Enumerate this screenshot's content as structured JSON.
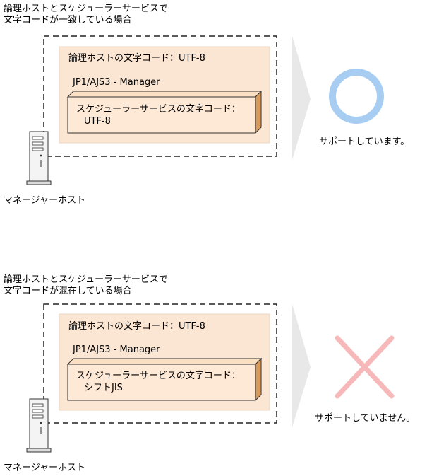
{
  "scenarios": [
    {
      "heading_line1": "論理ホストとスケジューラーサービスで",
      "heading_line2": "文字コードが一致している場合",
      "logical_host_code": "論理ホストの文字コード：UTF-8",
      "product_label": "JP1/AJS3 - Manager",
      "scheduler_code_line1": "スケジューラーサービスの文字コード：",
      "scheduler_code_line2": "UTF-8",
      "host_label": "マネージャーホスト",
      "result_text": "サポートしています。",
      "result_icon": "circle-icon"
    },
    {
      "heading_line1": "論理ホストとスケジューラーサービスで",
      "heading_line2": "文字コードが混在している場合",
      "logical_host_code": "論理ホストの文字コード：UTF-8",
      "product_label": "JP1/AJS3 - Manager",
      "scheduler_code_line1": "スケジューラーサービスの文字コード：",
      "scheduler_code_line2": "シフトJIS",
      "host_label": "マネージャーホスト",
      "result_text": "サポートしていません。",
      "result_icon": "cross-icon"
    }
  ],
  "colors": {
    "panel_fill": "#fbe6d3",
    "panel_border": "#ecd7c0",
    "box_fill": "#fde9d6",
    "box_side": "#d79a5a",
    "circle": "#a8cdf2",
    "cross": "#f6b8b8",
    "arrow": "#e8e8e8"
  }
}
